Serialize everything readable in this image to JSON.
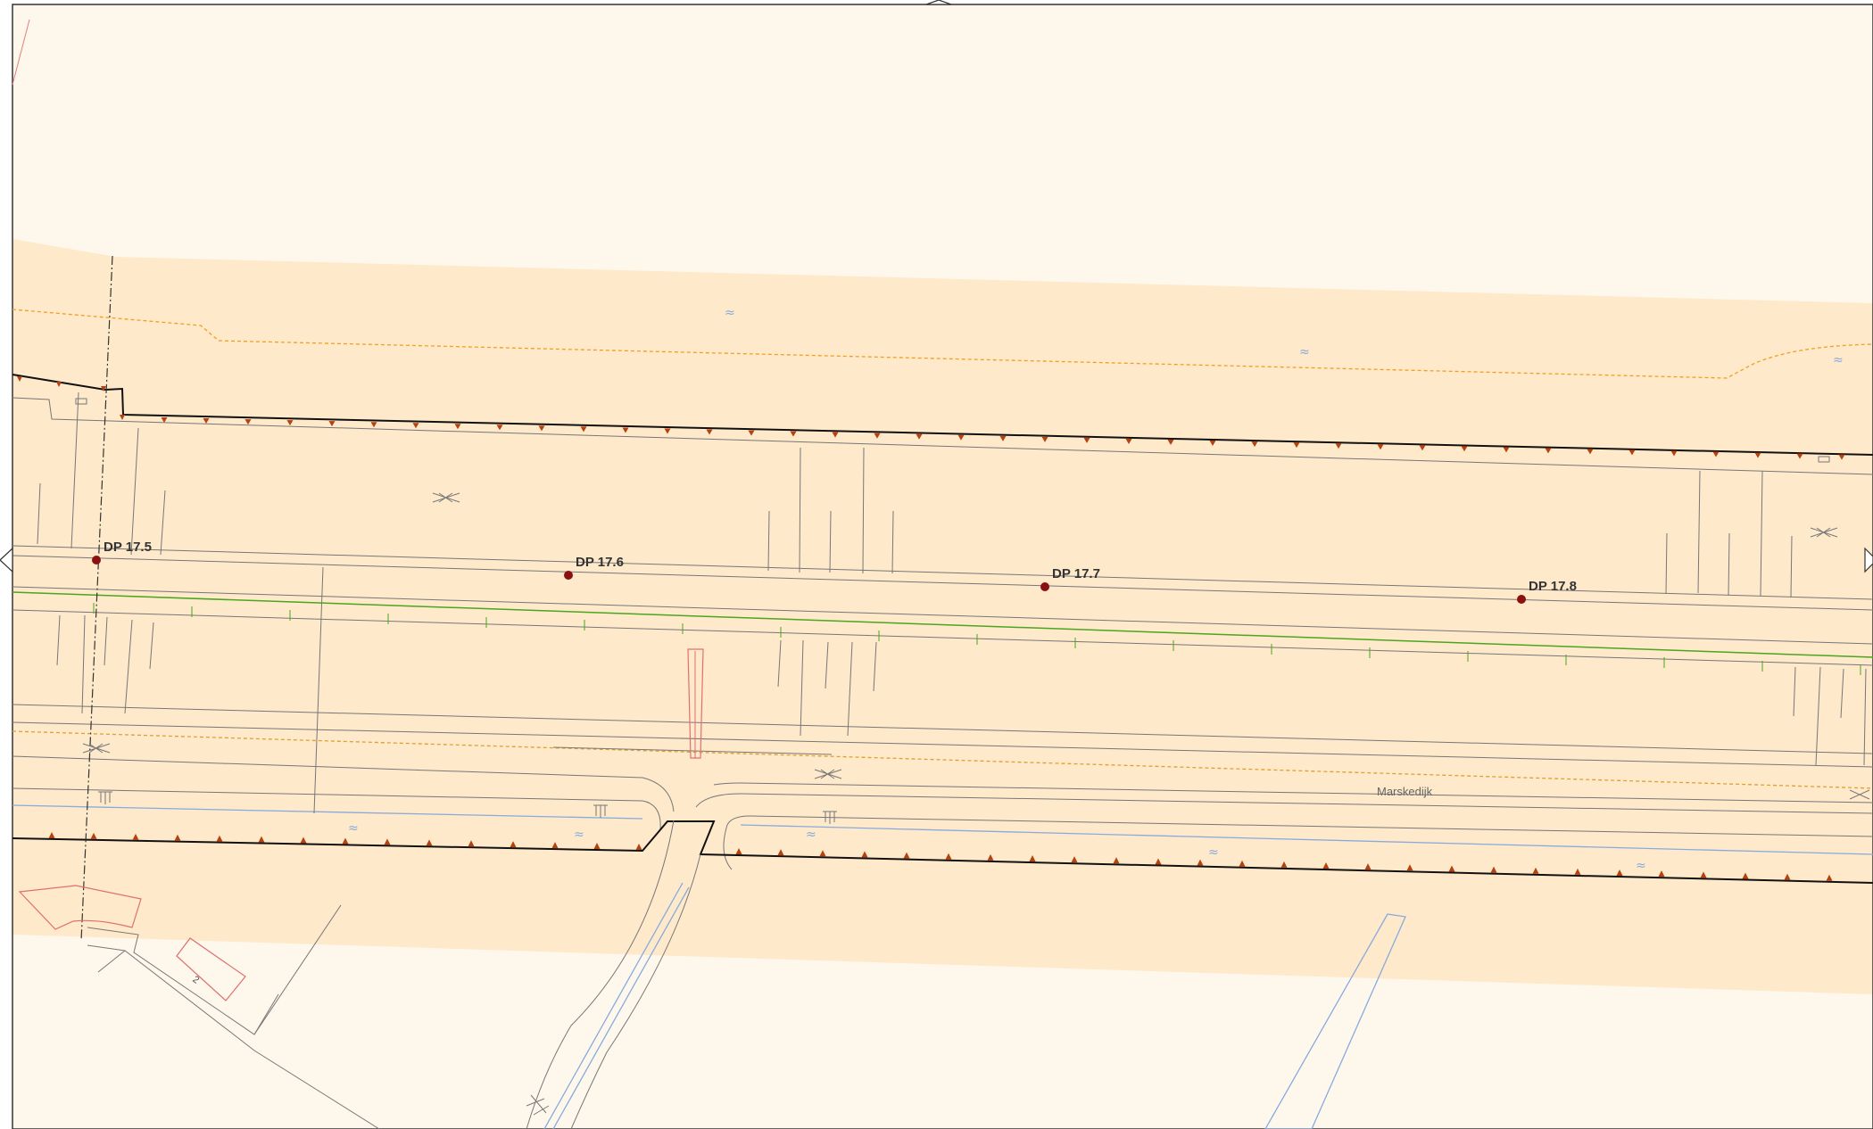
{
  "map": {
    "street_label": "Marskedijk",
    "house_number": "2",
    "dike_points": [
      {
        "id": "dp-17-5",
        "label": "DP 17.5"
      },
      {
        "id": "dp-17-6",
        "label": "DP 17.6"
      },
      {
        "id": "dp-17-7",
        "label": "DP 17.7"
      },
      {
        "id": "dp-17-8",
        "label": "DP 17.8"
      }
    ]
  },
  "colors": {
    "background": "#fef8ec",
    "dike_zone": "#fee9cb",
    "line_gray": "#7a7a7a",
    "line_black": "#111111",
    "dike_point": "#8b1010",
    "triangle": "#b5410f",
    "green_line": "#4aa51f",
    "orange_dash": "#f0a020",
    "water_blue": "#88aadd",
    "building_red": "#e07070"
  },
  "icons": [
    "water-symbol",
    "marsh-symbol",
    "reed-symbol",
    "dike-point-marker",
    "embankment-triangle",
    "nav-arrow-left",
    "nav-arrow-right",
    "nav-arrow-up"
  ]
}
